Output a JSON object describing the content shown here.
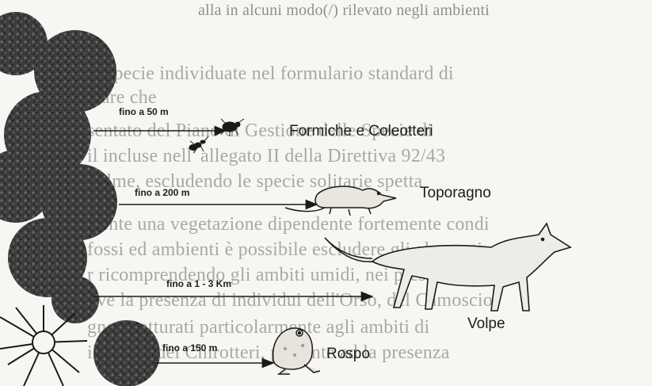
{
  "page_text": {
    "top_line": "alla in alcuni modo(/) rilevato negli ambienti",
    "lines": [
      "le specie individuate nel formulario standard di",
      "ziare che",
      "sentato del Piano di Gestione delle Specie di",
      "il incluse nell' allegato II della Direttiva 92/43",
      "volme, escludendo le specie solitarie spetta",
      "stente una vegetazione dipendente fortemente condi",
      "fossi ed ambienti è possibile escludere gli elementi",
      "r ricomprendendo gli ambiti umidi, nei pressi",
      "ove la presenza di individui dell'Orso, del Camoscio",
      "gnati catturati particolarmente agli ambiti di",
      "il nobile dei Chirotteri, presente ad la presenza"
    ]
  },
  "figure": {
    "rows": [
      {
        "distance": "fino a 50 m",
        "animal": "Formiche e Coleotteri"
      },
      {
        "distance": "fino a 200 m",
        "animal": "Toporagno"
      },
      {
        "distance": "fino a 1 - 3 Km",
        "animal": "Volpe"
      },
      {
        "distance": "fino a 150 m",
        "animal": "Rospo"
      }
    ]
  },
  "icons": [
    "tree-canopy-icon",
    "fern-icon",
    "ant-icon",
    "beetle-icon",
    "shrew-icon",
    "fox-icon",
    "toad-icon"
  ]
}
